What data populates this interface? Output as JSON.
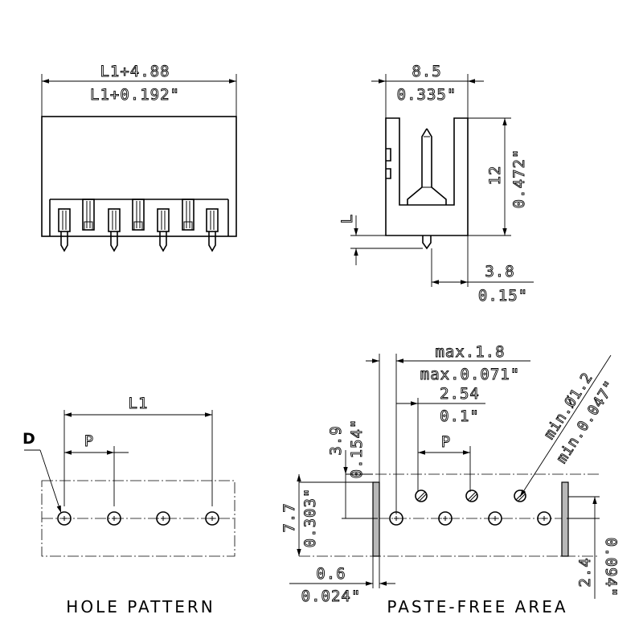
{
  "front_view": {
    "width_mm": "L1+4.88",
    "width_in": "L1+0.192\""
  },
  "side_view": {
    "depth_mm": "8.5",
    "depth_in": "0.335\"",
    "height_mm": "12",
    "height_in": "0.472\"",
    "pin_length_label": "L",
    "pin_offset_mm": "3.8",
    "pin_offset_in": "0.15\""
  },
  "hole_pattern": {
    "caption": "HOLE PATTERN",
    "length_label": "L1",
    "pitch_label": "P",
    "diameter_label": "D"
  },
  "paste_free_area": {
    "caption": "PASTE-FREE AREA",
    "max_mm": "max.1.8",
    "max_in": "max.0.071\"",
    "pitch_mm": "2.54",
    "pitch_in": "0.1\"",
    "pitch_label": "P",
    "dia_mm": "min.Ø1.2",
    "dia_in": "min.0.047\"",
    "offset_mm": "3.9",
    "offset_in": "0.154\"",
    "width_mm": "7.7",
    "width_in": "0.303\"",
    "edge_mm": "0.6",
    "edge_in": "0.024\"",
    "row_mm": "2.4",
    "row_in": "0.094\""
  }
}
